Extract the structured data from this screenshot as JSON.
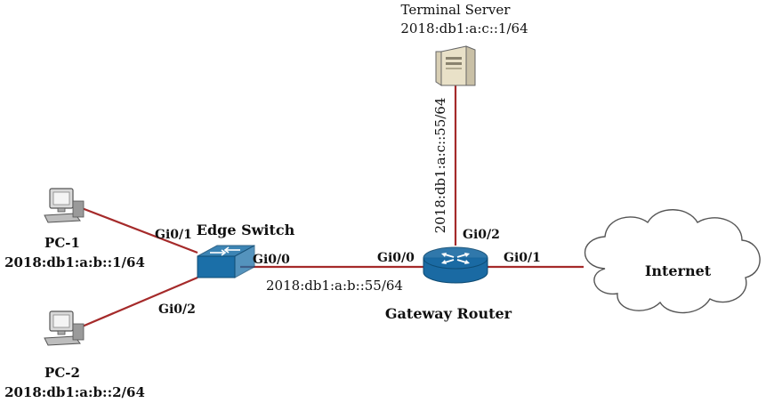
{
  "colors": {
    "link": "#a52a2a",
    "switch_blue": "#1b6fa8",
    "router_blue": "#1a6aa3",
    "server_beige": "#e9e1c8",
    "pc_grey": "#9a9a9a",
    "cloud_stroke": "#555555"
  },
  "nodes": {
    "terminal_server": {
      "name": "Terminal Server",
      "ip": "2018:db1:a:c::1/64",
      "icon": "server-icon"
    },
    "pc1": {
      "name": "PC-1",
      "ip": "2018:db1:a:b::1/64",
      "icon": "pc-icon"
    },
    "pc2": {
      "name": "PC-2",
      "ip": "2018:db1:a:b::2/64",
      "icon": "pc-icon"
    },
    "edge_switch": {
      "name": "Edge Switch",
      "icon": "switch-icon"
    },
    "gateway_router": {
      "name": "Gateway Router",
      "icon": "router-icon"
    },
    "internet": {
      "name": "Internet",
      "icon": "cloud-icon"
    }
  },
  "interfaces": {
    "switch_gi0_1": "Gi0/1",
    "switch_gi0_2": "Gi0/2",
    "switch_gi0_0": "Gi0/0",
    "router_gi0_0": "Gi0/0",
    "router_gi0_1": "Gi0/1",
    "router_gi0_2": "Gi0/2"
  },
  "links": {
    "switch_router_ip": "2018:db1:a:b::55/64",
    "router_server_ip": "2018:db1:a:c::55/64"
  }
}
